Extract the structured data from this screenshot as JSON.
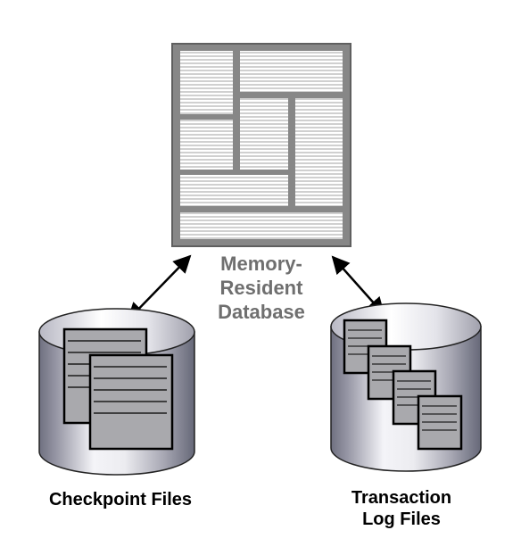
{
  "diagram": {
    "database": {
      "label_line1": "Memory-",
      "label_line2": "Resident",
      "label_line3": "Database"
    },
    "checkpoint_store": {
      "label": "Checkpoint Files"
    },
    "log_store": {
      "label_line1": "Transaction",
      "label_line2": "Log Files"
    }
  },
  "colors": {
    "database_frame": "#878787",
    "database_block_line": "#a0a0a0",
    "database_label": "#6f6f6f",
    "cylinder_light": "#f4f4f8",
    "cylinder_dark": "#6f7080",
    "document_fill": "#a9a9ad",
    "outline": "#000000"
  },
  "icons": [
    "double-arrow-icon",
    "cylinder-icon",
    "document-icon"
  ]
}
